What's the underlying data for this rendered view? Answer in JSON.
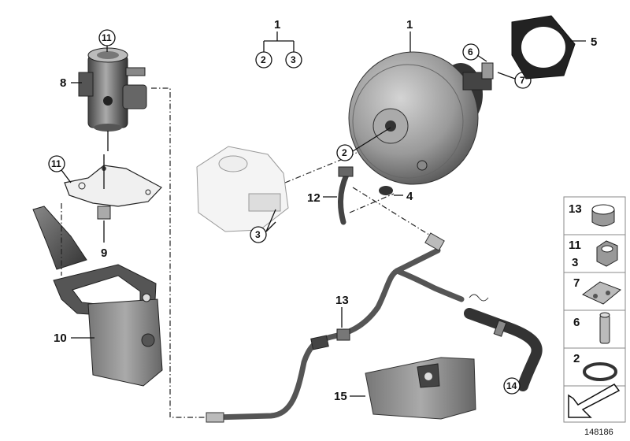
{
  "diagram": {
    "image_id": "148186",
    "labels": {
      "p1_top": "1",
      "p2_top": "2",
      "p3_top": "3",
      "p1_booster": "1",
      "p2_booster": "2",
      "p3_reservoir": "3",
      "p4": "4",
      "p5": "5",
      "p6": "6",
      "p7": "7",
      "p8": "8",
      "p9": "9",
      "p10": "10",
      "p11_pump": "11",
      "p11_bracket": "11",
      "p12": "12",
      "p13": "13",
      "p14": "14",
      "p15": "15"
    },
    "legend": [
      {
        "numbers": [
          "13"
        ],
        "icon": "hose-clamp-icon"
      },
      {
        "numbers": [
          "11",
          "3"
        ],
        "icon": "hex-nut-icon"
      },
      {
        "numbers": [
          "7"
        ],
        "icon": "spring-clip-icon"
      },
      {
        "numbers": [
          "6"
        ],
        "icon": "pin-icon"
      },
      {
        "numbers": [
          "2"
        ],
        "icon": "o-ring-icon"
      },
      {
        "numbers": [
          ""
        ],
        "icon": "arrow-icon"
      }
    ]
  }
}
